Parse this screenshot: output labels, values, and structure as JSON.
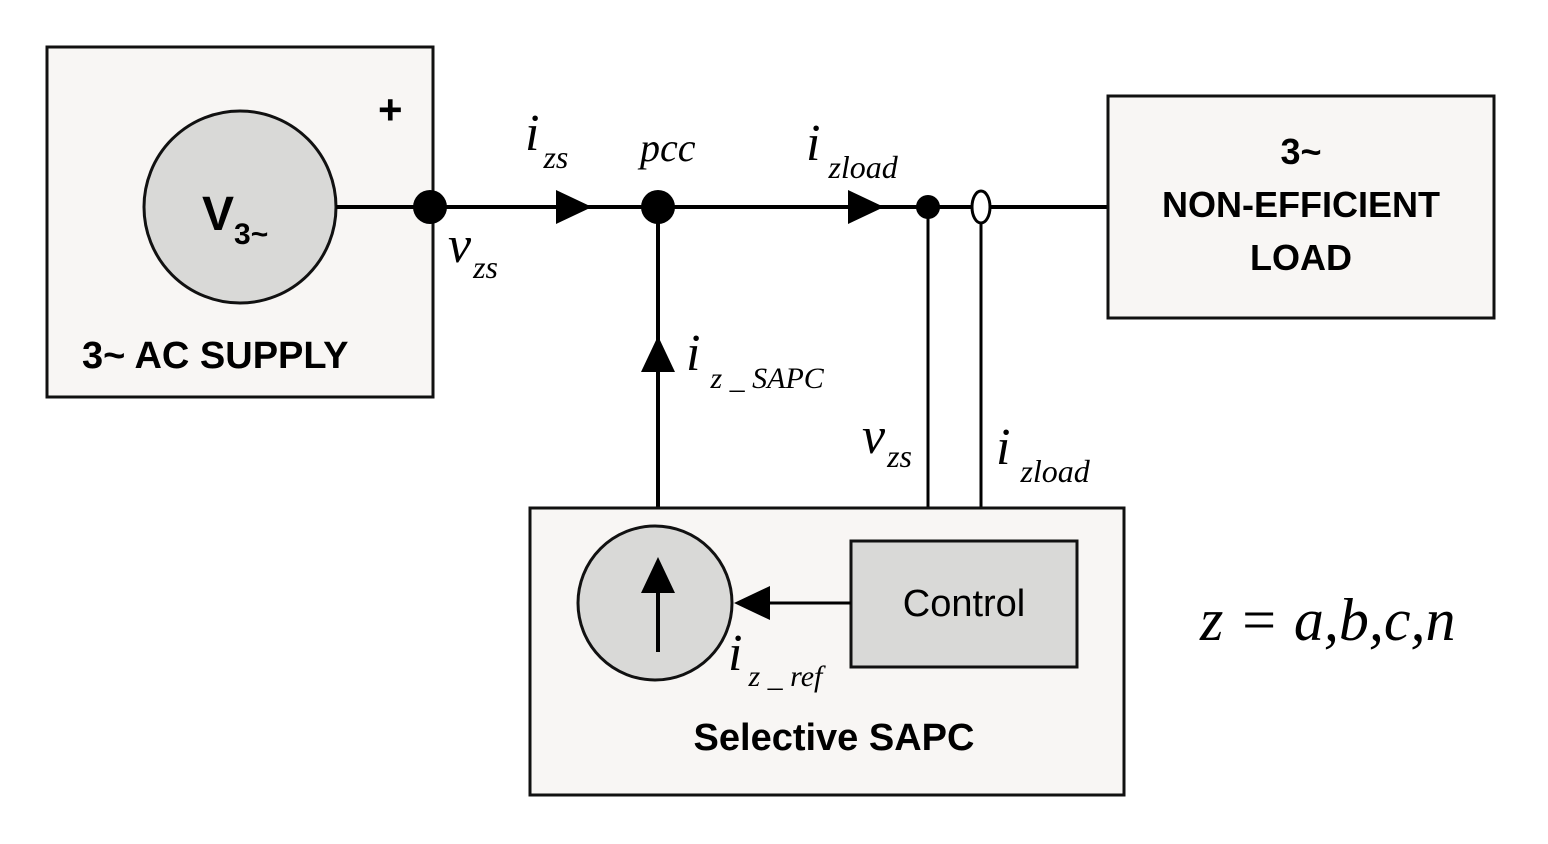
{
  "supply": {
    "label": "3~ AC SUPPLY",
    "source_main": "V",
    "source_sub": "3~",
    "plus": "+"
  },
  "load": {
    "line1": "3~",
    "line2": "NON-EFFICIENT",
    "line3": "LOAD"
  },
  "sapc": {
    "label": "Selective SAPC",
    "control_label": "Control"
  },
  "signals": {
    "i_zs": {
      "main": "i",
      "sub": "zs"
    },
    "pcc": "pcc",
    "i_zload_top": {
      "main": "i",
      "sub": "zload"
    },
    "v_zs_left": {
      "main": "v",
      "sub": "zs"
    },
    "i_z_sapc": {
      "main": "i",
      "sub": "z _ SAPC"
    },
    "v_zs_ctrl": {
      "main": "v",
      "sub": "zs"
    },
    "i_zload_ctrl": {
      "main": "i",
      "sub": "zload"
    },
    "i_z_ref": {
      "main": "i",
      "sub": "z _ ref"
    }
  },
  "equation": "z = a,b,c,n",
  "colors": {
    "box_fill": "#f8f6f4",
    "component_fill": "#d9d9d7",
    "line": "#000000"
  }
}
